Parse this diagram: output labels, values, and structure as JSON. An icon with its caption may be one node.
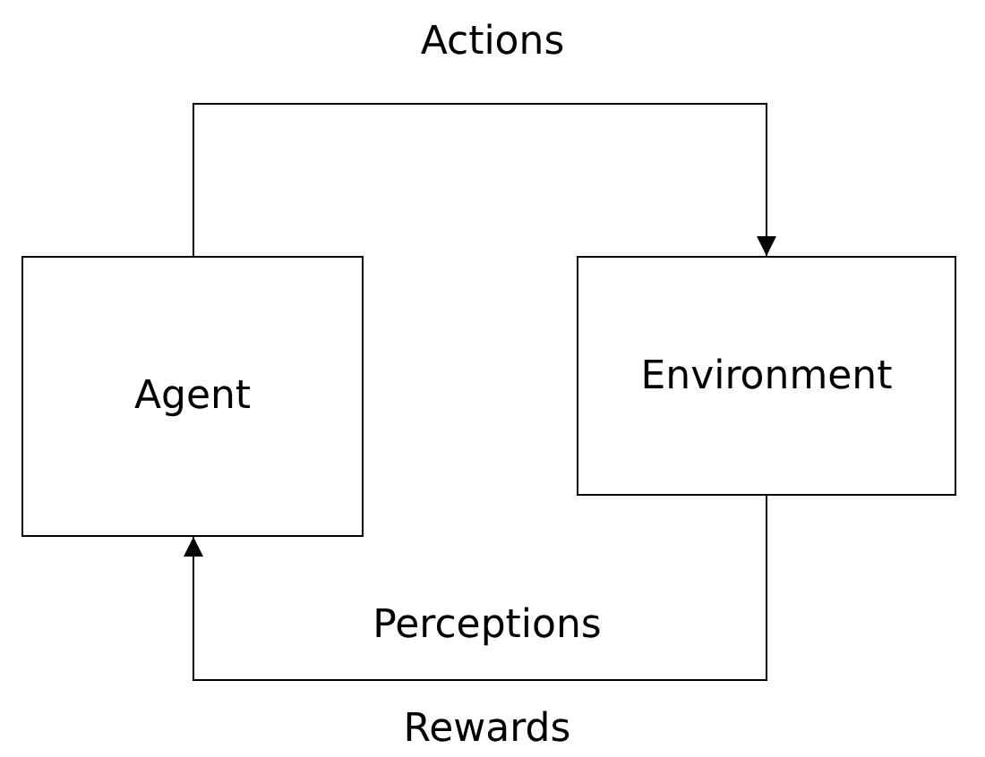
{
  "diagram": {
    "nodes": [
      {
        "text": [
          "Agent"
        ]
      },
      {
        "text": [
          "Environment"
        ]
      }
    ],
    "edges": [
      {
        "from": 0,
        "to": 1,
        "arrow": "to",
        "label": "Actions"
      },
      {
        "from": 1,
        "to": 0,
        "arrow": "to",
        "label": "Perceptions"
      }
    ],
    "labels": [
      "Rewards"
    ]
  }
}
